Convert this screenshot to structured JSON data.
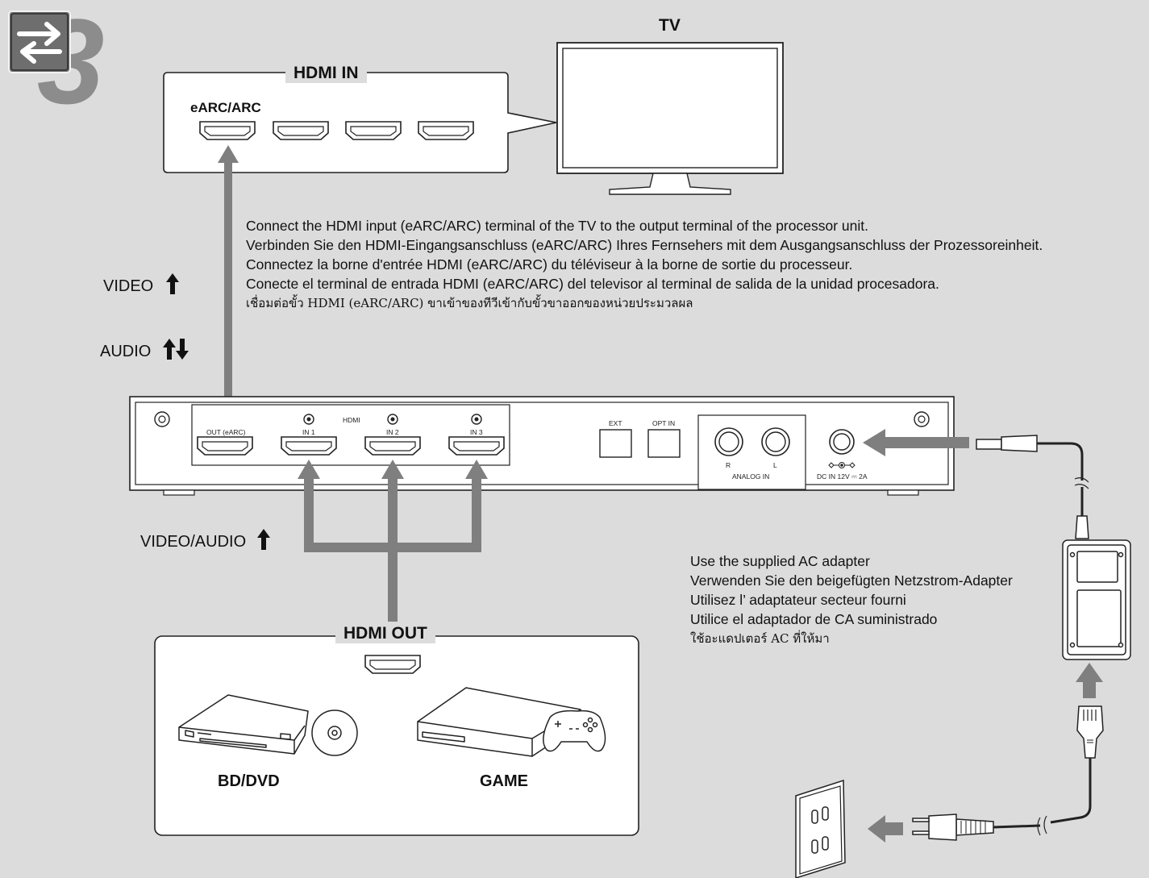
{
  "step_number": "3",
  "tv": {
    "title": "TV",
    "panel_title": "HDMI IN",
    "earc_label": "eARC/ARC"
  },
  "signal_labels": {
    "video": "VIDEO",
    "audio": "AUDIO",
    "video_audio": "VIDEO/AUDIO"
  },
  "instructions_tv": [
    "Connect the HDMI input (eARC/ARC) terminal of the TV to the output terminal of the processor unit.",
    "Verbinden Sie den HDMI-Eingangsanschluss (eARC/ARC) Ihres Fernsehers mit dem Ausgangsanschluss der Prozessoreinheit.",
    "Connectez la borne d'entrée HDMI (eARC/ARC) du téléviseur à la borne de sortie du processeur.",
    "Conecte el terminal de entrada HDMI (eARC/ARC) del televisor al terminal de salida de la unidad procesadora.",
    "เชื่อมต่อขั้ว HDMI (eARC/ARC) ขาเข้าของทีวีเข้ากับขั้วขาออกของหน่วยประมวลผล"
  ],
  "processor": {
    "out_label": "OUT (eARC)",
    "hdmi_label": "HDMI",
    "in1": "IN 1",
    "in2": "IN 2",
    "in3": "IN 3",
    "ext": "EXT",
    "opt_in": "OPT IN",
    "analog_r": "R",
    "analog_l": "L",
    "analog_in": "ANALOG IN",
    "dc_in": "DC IN 12V ⎓ 2A"
  },
  "instructions_adapter": [
    "Use the supplied AC adapter",
    "Verwenden Sie den beigefügten Netzstrom-Adapter",
    "Utilisez l’ adaptateur secteur fourni",
    "Utilice el adaptador de CA suministrado",
    "ใช้อะแดปเตอร์ AC ที่ให้มา"
  ],
  "sources": {
    "panel_title": "HDMI OUT",
    "bd_dvd": "BD/DVD",
    "game": "GAME"
  },
  "colors": {
    "background": "#dcdcdc",
    "arrow": "#7f7f7f",
    "outline": "#222222",
    "panel": "#ffffff"
  }
}
